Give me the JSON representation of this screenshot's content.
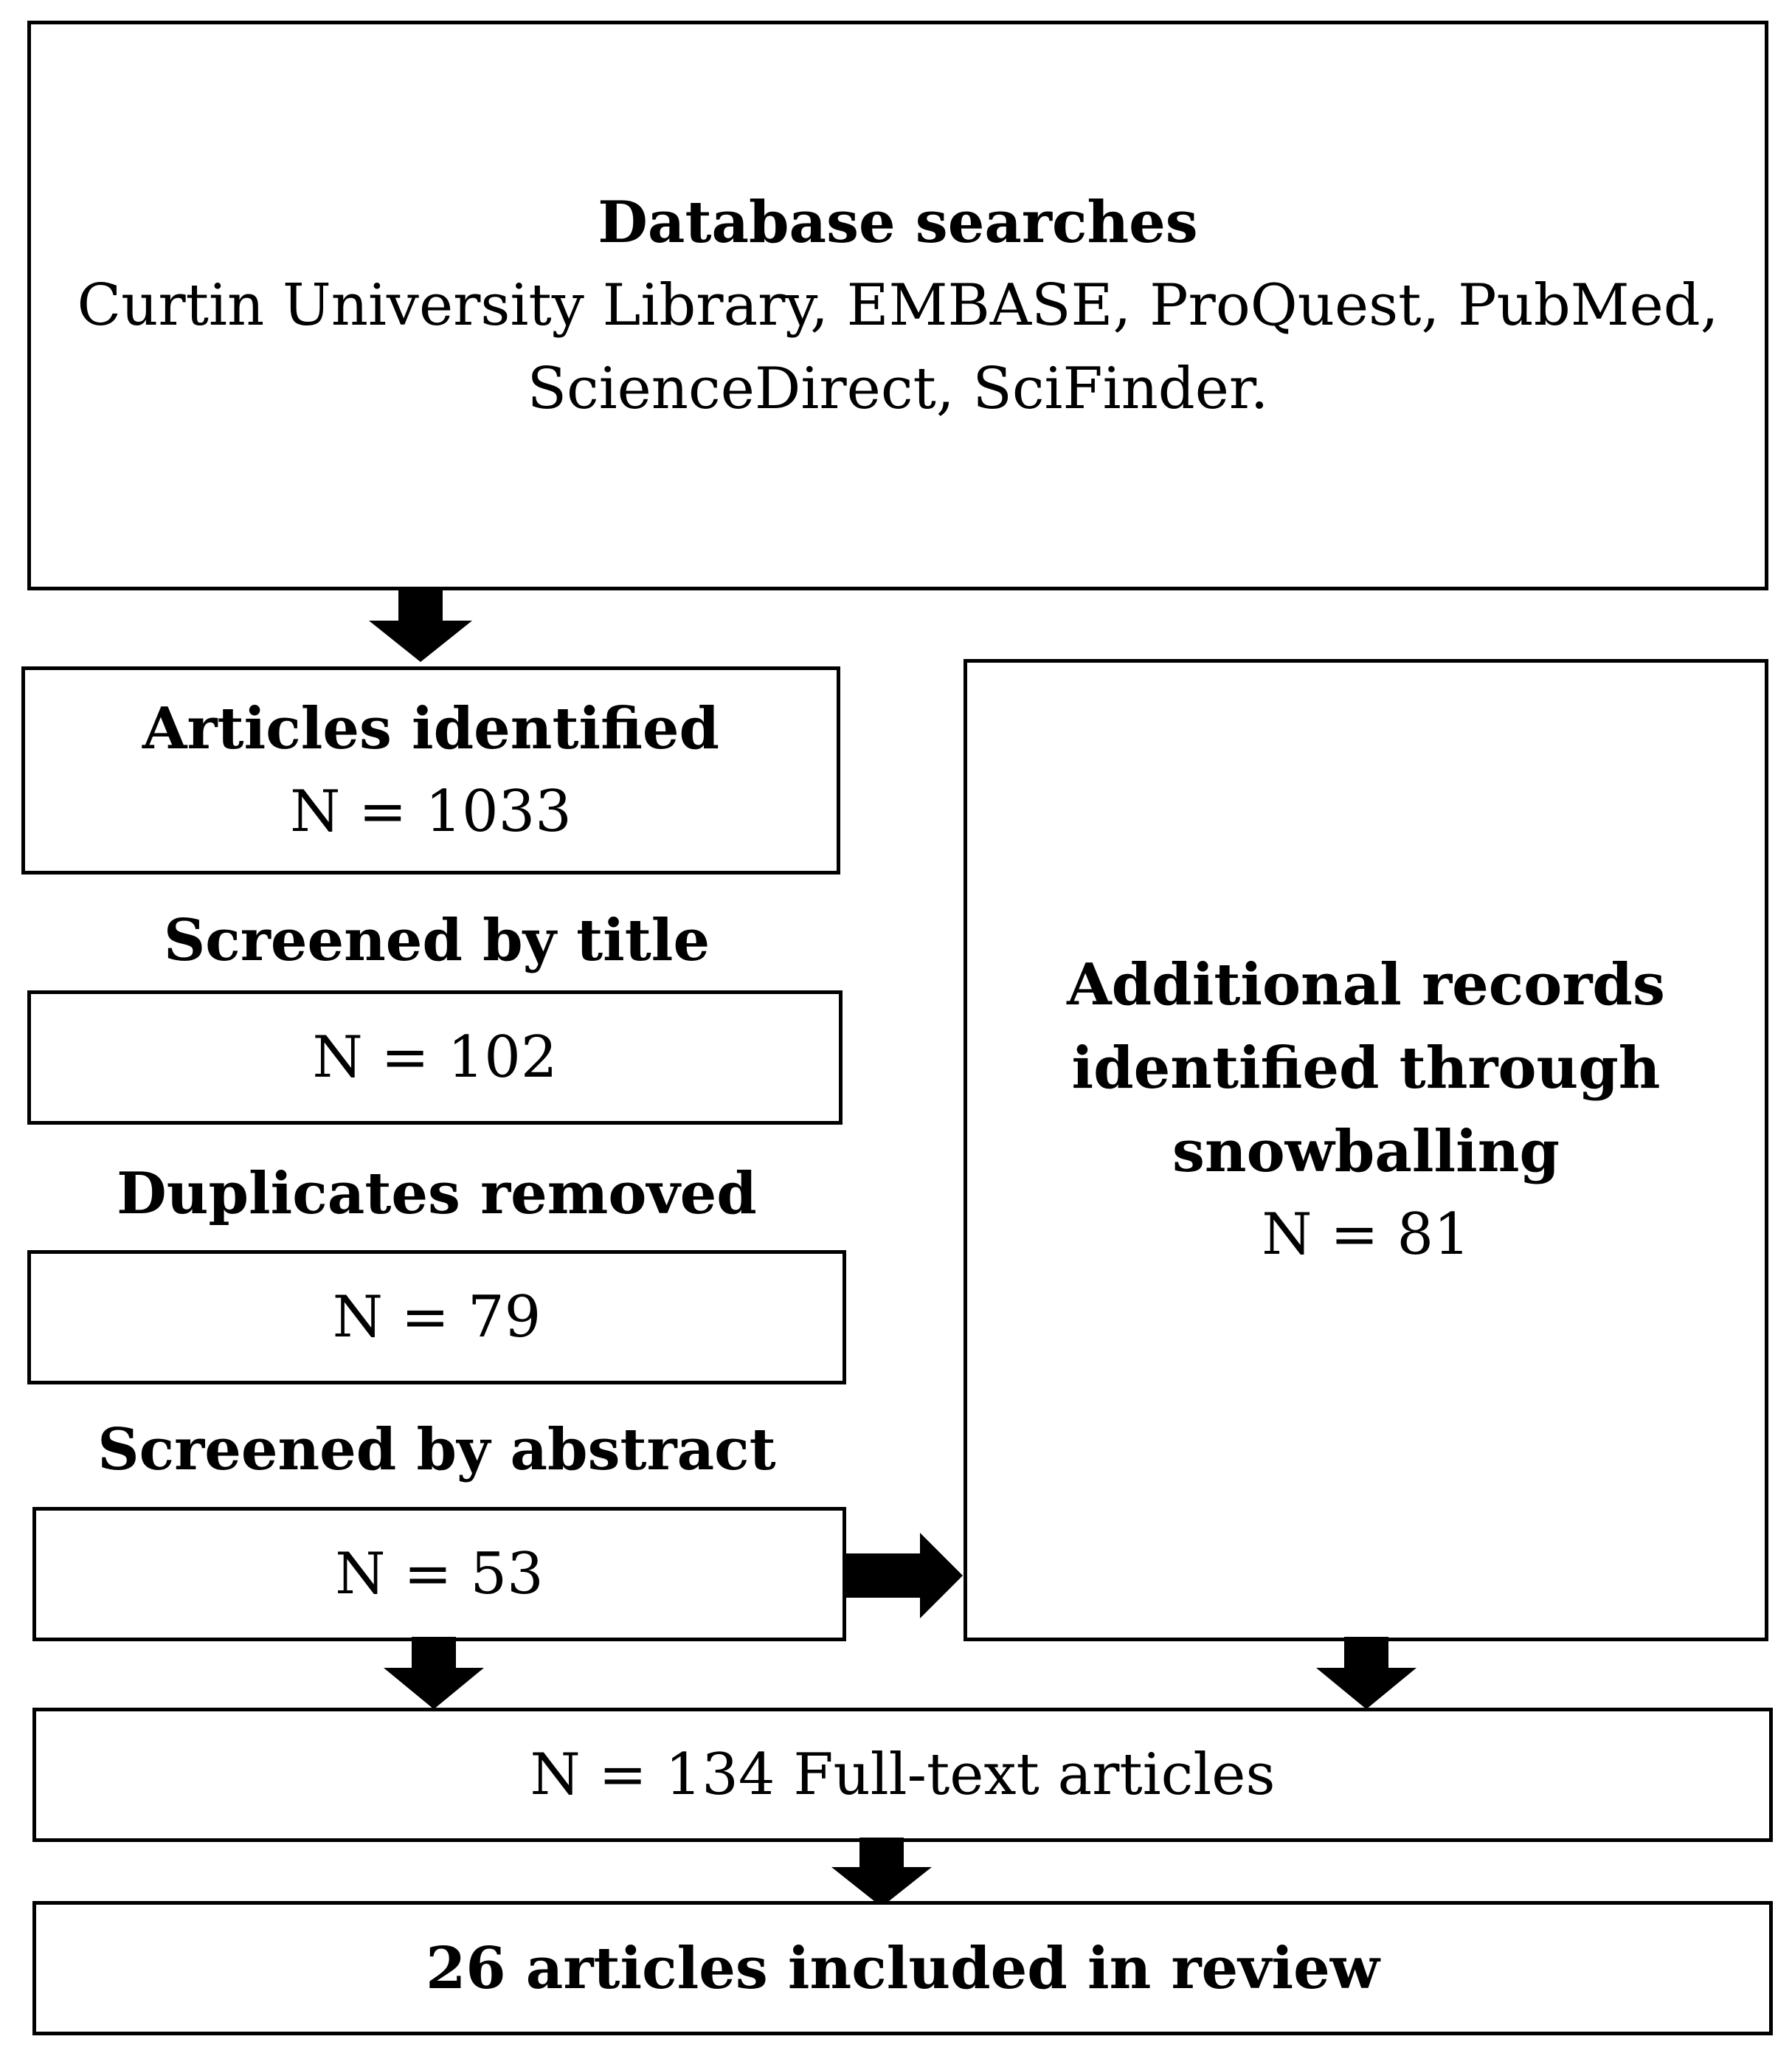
{
  "database_searches": {
    "title": "Database searches",
    "line1": "Curtin University Library, EMBASE, ProQuest, PubMed,",
    "line2": "ScienceDirect, SciFinder."
  },
  "articles_identified": {
    "title": "Articles identified",
    "count": "N = 1033"
  },
  "screened_by_title": {
    "label": "Screened by title",
    "count": "N = 102"
  },
  "duplicates_removed": {
    "label": "Duplicates removed",
    "count": "N = 79"
  },
  "screened_by_abstract": {
    "label": "Screened by abstract",
    "count": "N = 53"
  },
  "snowballing": {
    "line1": "Additional records",
    "line2": "identified through",
    "line3": "snowballing",
    "count": "N = 81"
  },
  "full_text": {
    "text": "N = 134 Full-text articles"
  },
  "included": {
    "text": "26 articles included in review"
  }
}
